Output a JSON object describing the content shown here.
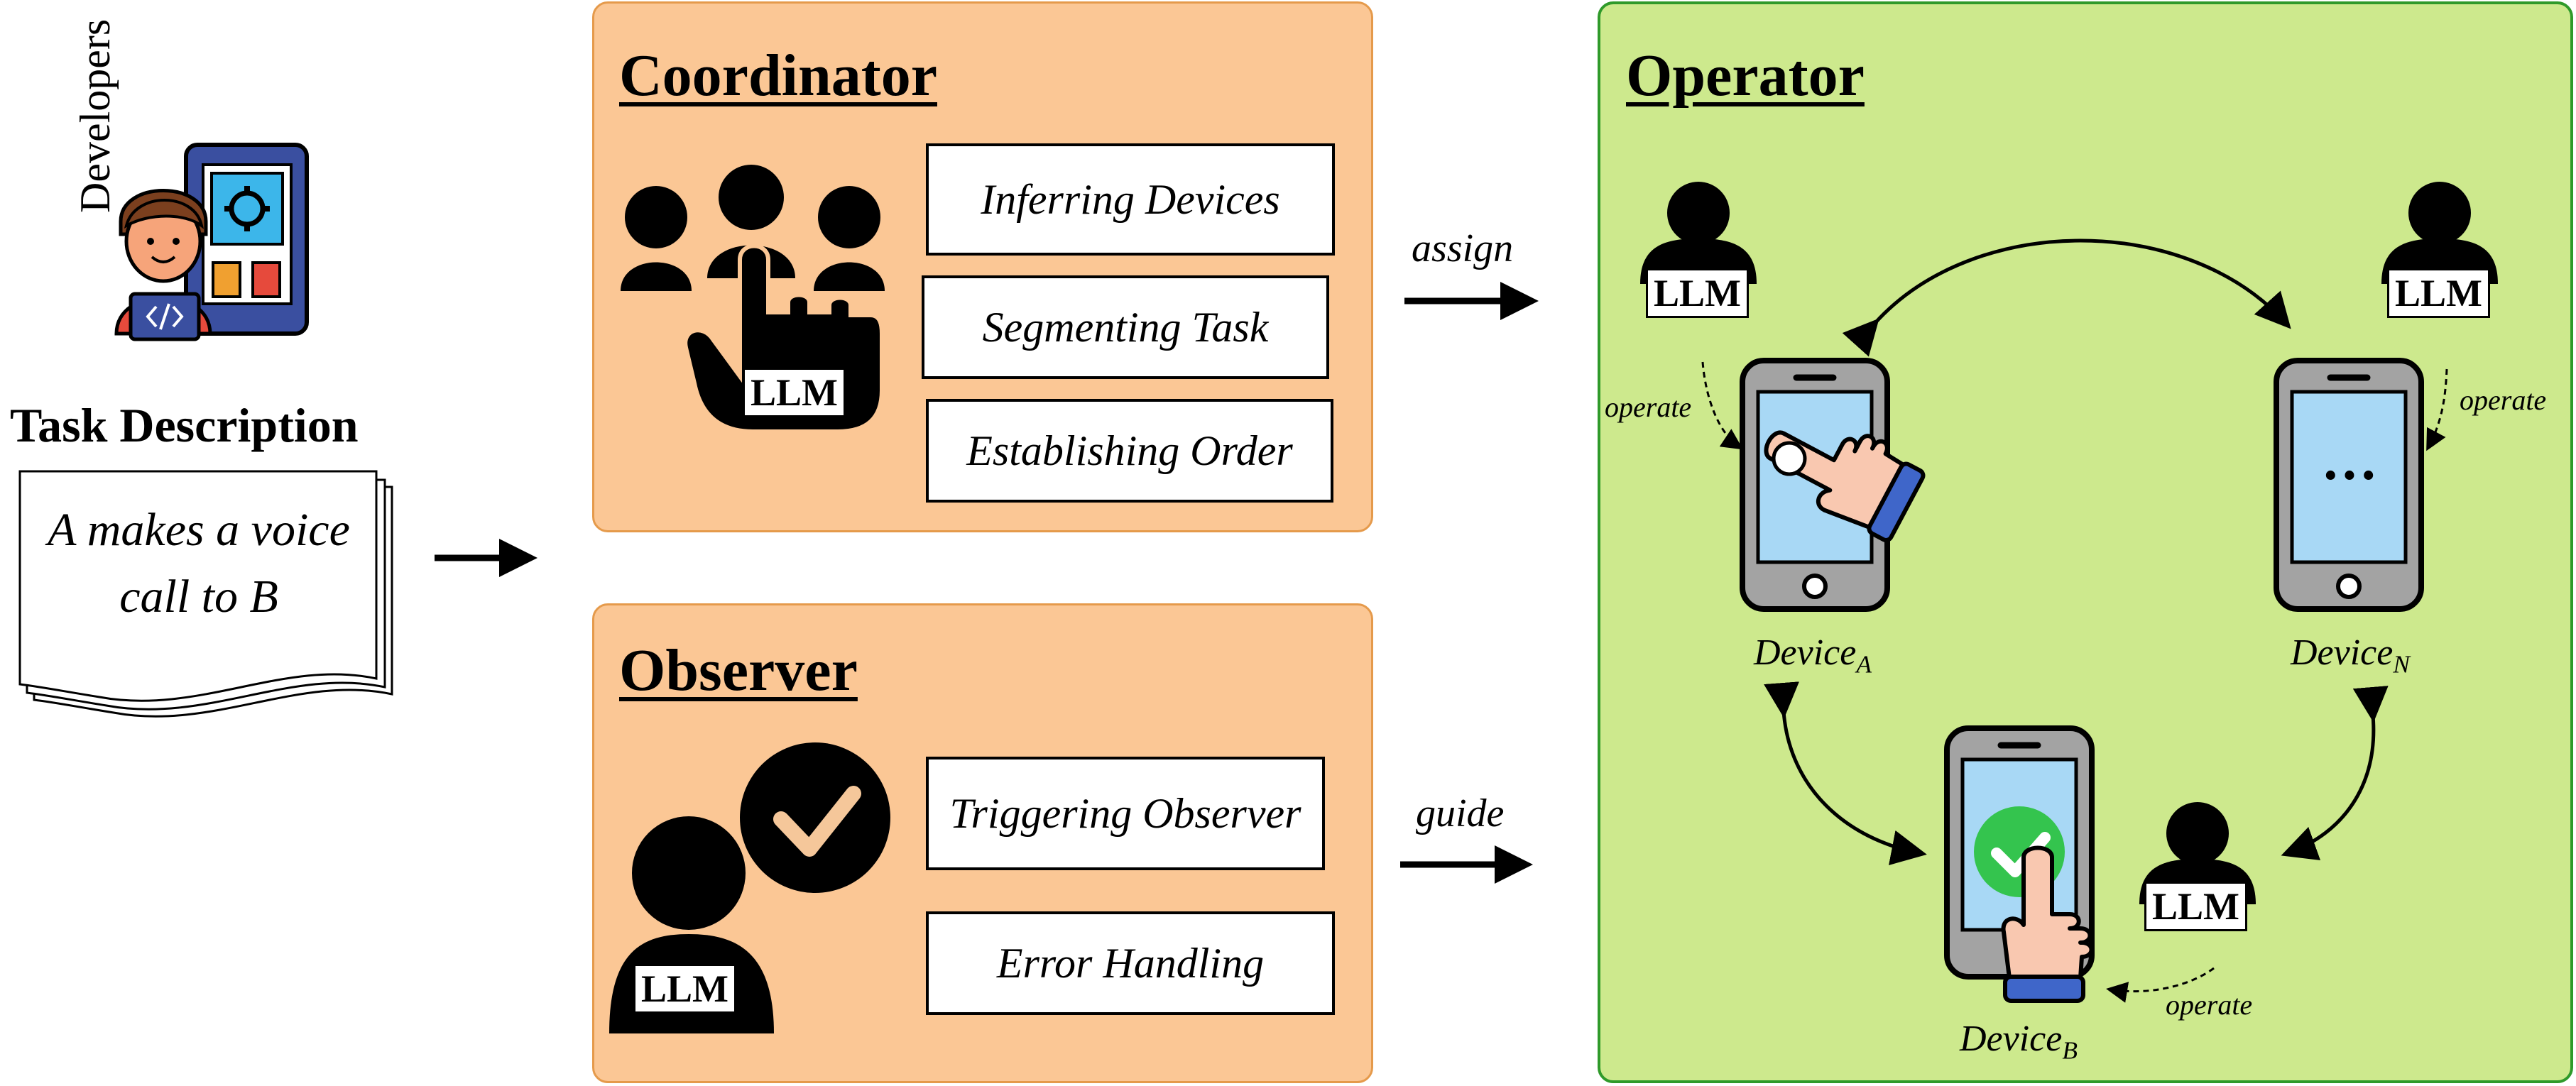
{
  "left": {
    "developers_label": "Developers",
    "task_heading": "Task Description",
    "task_text": "A makes a voice call to B"
  },
  "coordinator": {
    "title": "Coordinator",
    "items": [
      "Inferring Devices",
      "Segmenting Task",
      "Establishing Order"
    ],
    "llm_label": "LLM"
  },
  "observer": {
    "title": "Observer",
    "items": [
      "Triggering Observer",
      "Error Handling"
    ],
    "llm_label": "LLM"
  },
  "operator": {
    "title": "Operator",
    "llm_label": "LLM",
    "operate_label": "operate",
    "device_word": "Device",
    "device_a_sub": "A",
    "device_n_sub": "N",
    "device_b_sub": "B",
    "phone_dots": "···"
  },
  "arrows": {
    "assign": "assign",
    "guide": "guide"
  },
  "colors": {
    "orange_fill": "#fbc795",
    "orange_border": "#e59a4b",
    "green_fill": "#cde98d",
    "green_border": "#2f9a2a",
    "phone_screen": "#a8d8f5",
    "check_green": "#34c44e",
    "hand_skin": "#f9c8b0",
    "cuff_blue": "#3f66c9"
  },
  "icons": [
    "developer-icon",
    "group-llm-icon",
    "observer-llm-icon",
    "person-llm-icon",
    "phone-icon",
    "hand-pointer-icon",
    "check-icon"
  ]
}
